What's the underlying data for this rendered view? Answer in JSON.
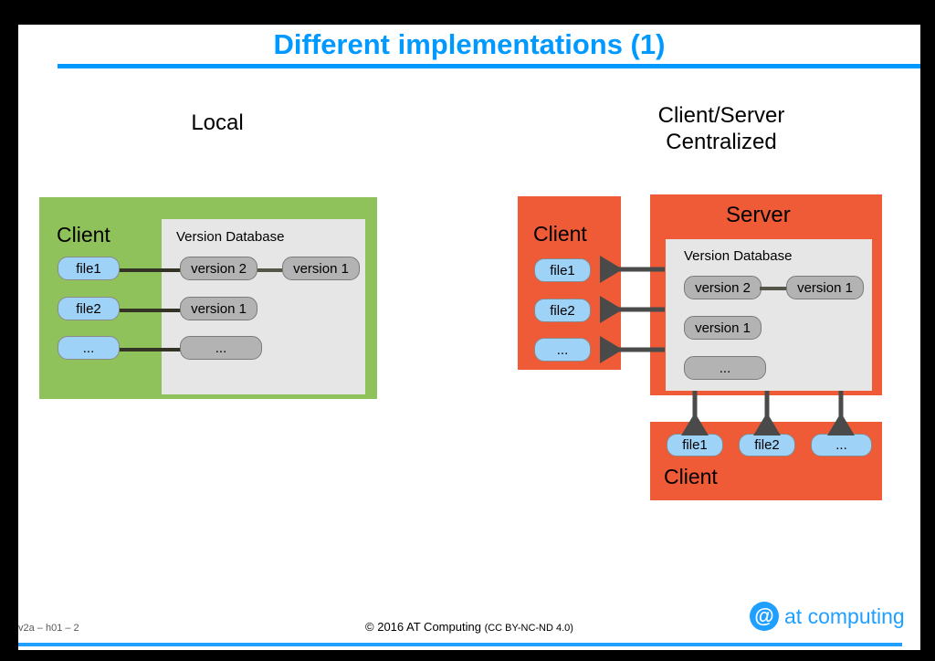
{
  "slide": {
    "title": "Different implementations (1)",
    "accent_color": "#0099ff"
  },
  "sections": {
    "local": {
      "heading": "Local",
      "client_label": "Client",
      "box_color": "#8fc25a",
      "version_db": {
        "panel_title": "Version Database",
        "rows": [
          {
            "file": "file1",
            "versions": [
              "version 2",
              "version 1"
            ]
          },
          {
            "file": "file2",
            "versions": [
              "version 1"
            ]
          },
          {
            "file": "...",
            "versions": [
              "..."
            ]
          }
        ]
      }
    },
    "client_server": {
      "heading_line1": "Client/Server",
      "heading_line2": "Centralized",
      "box_color": "#ef5a37",
      "client_left": {
        "label": "Client",
        "files": [
          "file1",
          "file2",
          "..."
        ]
      },
      "server": {
        "label": "Server",
        "version_db": {
          "panel_title": "Version Database",
          "rows": [
            {
              "versions": [
                "version 2",
                "version 1"
              ]
            },
            {
              "versions": [
                "version 1"
              ]
            },
            {
              "versions": [
                "..."
              ]
            }
          ]
        }
      },
      "client_bottom": {
        "label": "Client",
        "files": [
          "file1",
          "file2",
          "..."
        ]
      }
    }
  },
  "footer": {
    "left": "v2a – h01 – 2",
    "copyright": "©  2016 AT Computing",
    "license": "(CC BY-NC-ND 4.0)",
    "logo_mark": "@",
    "logo_text": "at computing",
    "logo_color": "#1f9fff"
  }
}
